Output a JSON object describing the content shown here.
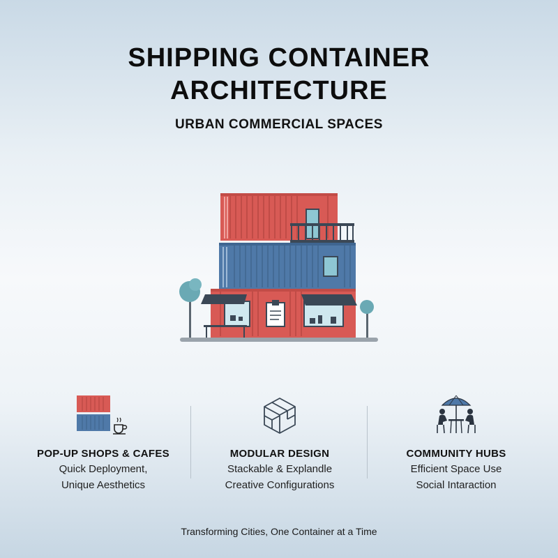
{
  "header": {
    "title_line1": "SHIPPING CONTAINER",
    "title_line2": "ARCHITECTURE",
    "subtitle": "URBAN COMMERCIAL SPACES"
  },
  "illustration": {
    "icon": "stacked-container-building-icon",
    "colors": {
      "red": "#d85a55",
      "blue": "#4f79a8",
      "awning": "#3b4856",
      "tree": "#6aa9b4"
    }
  },
  "features": [
    {
      "icon": "container-cafe-icon",
      "heading": "POP-UP SHOPS & CAFES",
      "line1": "Quick Deployment,",
      "line2": "Unique Aesthetics"
    },
    {
      "icon": "modular-box-icon",
      "heading": "MODULAR DESIGN",
      "line1": "Stackable & Explandle",
      "line2": "Creative Configurations"
    },
    {
      "icon": "outdoor-dining-icon",
      "heading": "COMMUNITY HUBS",
      "line1": "Efficient Space Use",
      "line2": "Social Intaraction"
    }
  ],
  "footer": {
    "tagline": "Transforming Cities, One Container at a Time"
  }
}
